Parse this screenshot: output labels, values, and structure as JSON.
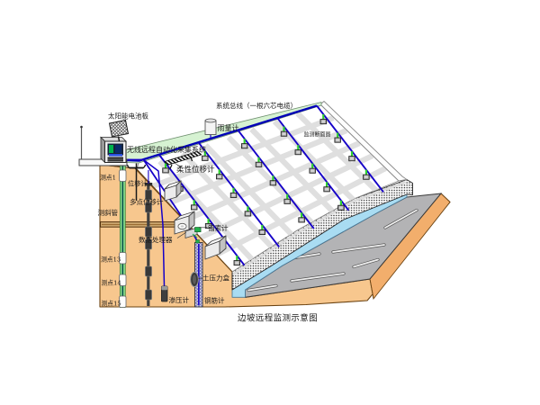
{
  "diagram": {
    "caption": "边坡远程监测示意图",
    "labels": {
      "bus_label": "系统总线（一根六芯电缆）",
      "solar_label": "太阳能电池板",
      "station_label": "无线远程自动化采集系统",
      "rain_label": "雨量计",
      "crack_label": "柔性位移计",
      "section_label": "监测断面图",
      "point1_label": "测点1",
      "disp1_label": "位移计1",
      "incl_label": "测斜管",
      "multi_label": "多点位移计",
      "dataproc_label": "数据处理器",
      "anchor_label": "锚索计",
      "point13_label": "测点13",
      "point14_label": "测点14",
      "point15_label": "测点15",
      "seepage_label": "渗压计",
      "pcell_label": "土压力盒",
      "rebar_label": "钢筋计"
    },
    "colors": {
      "ground_orange": "#F7C78E",
      "crest_green": "#D6F2D2",
      "road_gray": "#B3B3B5",
      "channel_blue": "#A9DCF2",
      "cable_blue": "#1500C8",
      "sensor_green": "#2FD02F"
    }
  }
}
